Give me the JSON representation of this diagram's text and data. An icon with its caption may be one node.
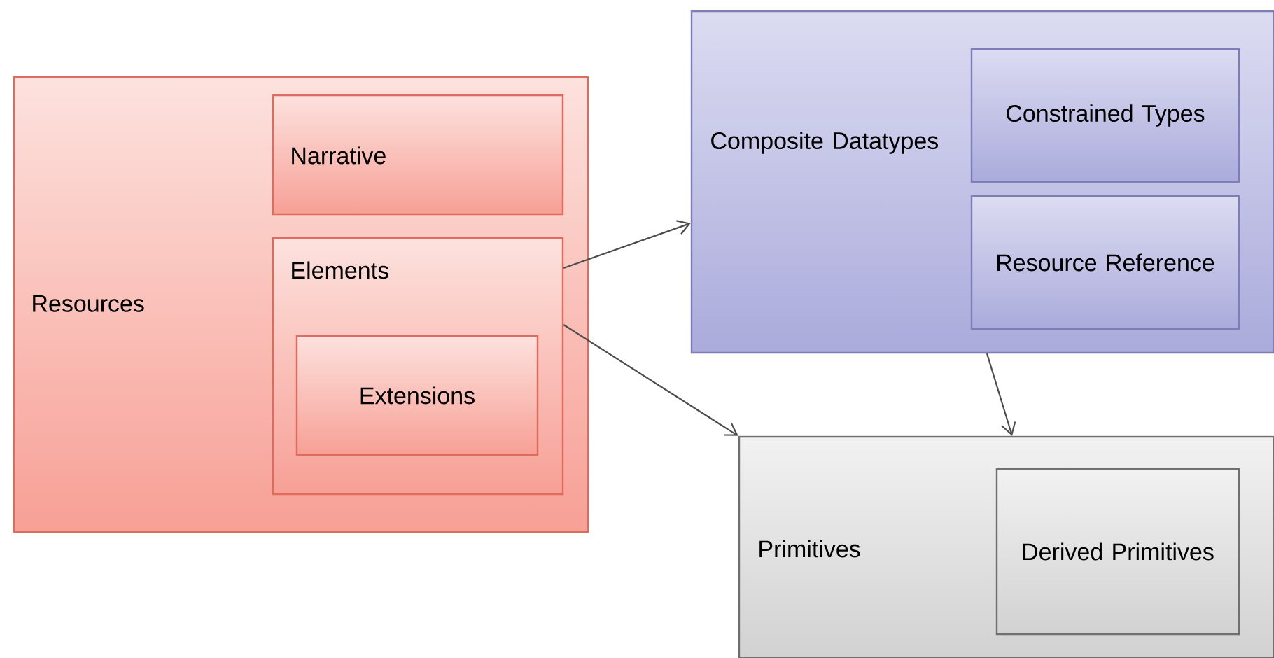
{
  "diagram": {
    "nodes": [
      {
        "text": [
          "Resources"
        ]
      },
      {
        "text": [
          "Narrative"
        ],
        "in": 0
      },
      {
        "text": [
          "Elements"
        ],
        "in": 0
      },
      {
        "text": [
          "Extensions"
        ],
        "in": 2
      },
      {
        "text": [
          "Composite Datatypes"
        ]
      },
      {
        "text": [
          "Constrained Types"
        ],
        "in": 4
      },
      {
        "text": [
          "Resource Reference"
        ],
        "in": 4
      },
      {
        "text": [
          "Primitives"
        ]
      },
      {
        "text": [
          "Derived Primitives"
        ],
        "in": 7
      }
    ],
    "edges": [
      {
        "from": 2,
        "to": 4,
        "arrow": "to"
      },
      {
        "from": 2,
        "to": 7,
        "arrow": "to"
      },
      {
        "from": 4,
        "to": 7,
        "arrow": "to"
      }
    ]
  }
}
